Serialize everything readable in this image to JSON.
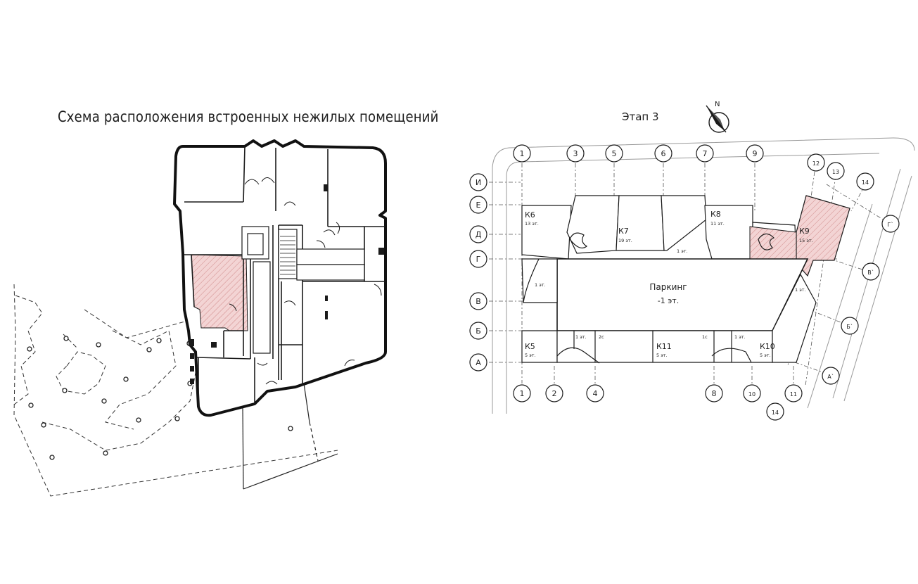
{
  "title": "Схема расположения встроенных нежилых помещений",
  "stage_label": "Этап 3",
  "north_label": "N",
  "grid_numbers_top": [
    "1",
    "3",
    "5",
    "6",
    "7",
    "9",
    "12",
    "13",
    "14"
  ],
  "grid_numbers_bottom": [
    "1",
    "2",
    "4",
    "8",
    "10",
    "11",
    "14"
  ],
  "grid_letters_left": [
    "И",
    "Е",
    "Д",
    "Г",
    "В",
    "Б",
    "А"
  ],
  "grid_letters_right": [
    "Г`",
    "В`",
    "Б`",
    "А`"
  ],
  "sections": [
    {
      "name": "К6",
      "floors": "13 эт."
    },
    {
      "name": "К7",
      "floors": "19 эт."
    },
    {
      "name": "К8",
      "floors": "11 эт."
    },
    {
      "name": "К9",
      "floors": "15 эт."
    },
    {
      "name": "К5",
      "floors": "5 эт."
    },
    {
      "name": "К11",
      "floors": "5 эт."
    },
    {
      "name": "К10",
      "floors": "5 эт."
    }
  ],
  "parking": {
    "name": "Паркинг",
    "level": "-1 эт."
  },
  "small_labels": {
    "one_floor": "1 эт.",
    "two_c": "2с",
    "one_c": "1с"
  },
  "colors": {
    "highlight": "#e8b4b4",
    "line": "#1a1a1a",
    "grid": "#555555"
  }
}
